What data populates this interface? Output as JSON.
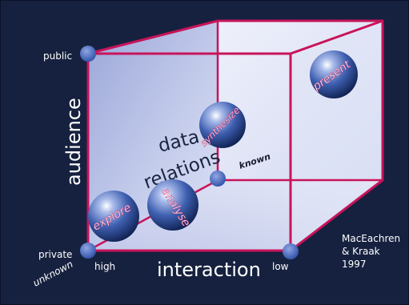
{
  "axes": {
    "audience": {
      "label": "audience",
      "high_end": "public",
      "low_end": "private"
    },
    "interaction": {
      "label": "interaction",
      "high_end": "high",
      "low_end": "low"
    },
    "data_relations": {
      "label_line1": "data",
      "label_line2": "relations",
      "known_end": "known",
      "unknown_end": "unknown"
    }
  },
  "spheres": {
    "present": "present",
    "synthesize": "synthesize",
    "analyse": "analyse",
    "explore": "explore"
  },
  "credit": {
    "line1": "MacEachren",
    "line2": "& Kraak",
    "line3": "1997"
  },
  "colors": {
    "background": "#16213f",
    "cube_edge": "#c8145a",
    "axis_dot": "#3b63b8",
    "text": "#ffffff",
    "sphere": "#3e5fb0"
  }
}
